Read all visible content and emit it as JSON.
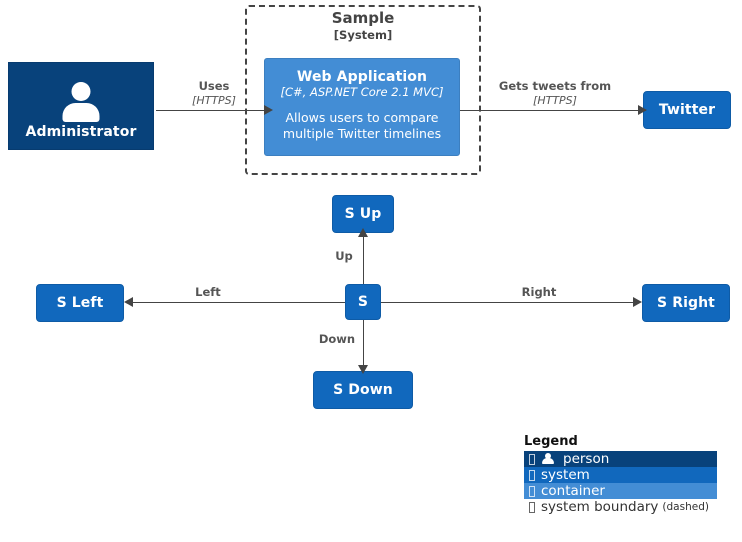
{
  "diagram": {
    "boundary": {
      "name": "Sample",
      "type": "[System]"
    },
    "nodes": {
      "administrator": {
        "name": "Administrator",
        "icon": "person-icon",
        "color": "#08427b"
      },
      "web_application": {
        "name": "Web Application",
        "tech": "[C#, ASP.NET Core 2.1 MVC]",
        "description": "Allows users to compare multiple Twitter timelines",
        "color": "#438dd5"
      },
      "twitter": {
        "name": "Twitter",
        "color": "#1168bd"
      },
      "s": {
        "name": "S",
        "color": "#1168bd"
      },
      "s_up": {
        "name": "S Up",
        "color": "#1168bd"
      },
      "s_down": {
        "name": "S Down",
        "color": "#1168bd"
      },
      "s_left": {
        "name": "S Left",
        "color": "#1168bd"
      },
      "s_right": {
        "name": "S Right",
        "color": "#1168bd"
      }
    },
    "edges": {
      "admin_to_web": {
        "label": "Uses",
        "tech": "[HTTPS]",
        "direction": "right"
      },
      "web_to_twitter": {
        "label": "Gets tweets from",
        "tech": "[HTTPS]",
        "direction": "right"
      },
      "s_to_up": {
        "label": "Up",
        "direction": "up"
      },
      "s_to_down": {
        "label": "Down",
        "direction": "down"
      },
      "s_to_left": {
        "label": "Left",
        "direction": "left"
      },
      "s_to_right": {
        "label": "Right",
        "direction": "right"
      }
    }
  },
  "legend": {
    "title": "Legend",
    "items": [
      {
        "label": "person",
        "color": "#08427b",
        "glyph": "person-icon"
      },
      {
        "label": "system",
        "color": "#1168bd",
        "glyph": "missing-glyph"
      },
      {
        "label": "container",
        "color": "#438dd5",
        "glyph": "missing-glyph"
      },
      {
        "label": "system boundary",
        "note": "(dashed)",
        "color": "#ffffff",
        "glyph": "missing-glyph"
      }
    ]
  }
}
